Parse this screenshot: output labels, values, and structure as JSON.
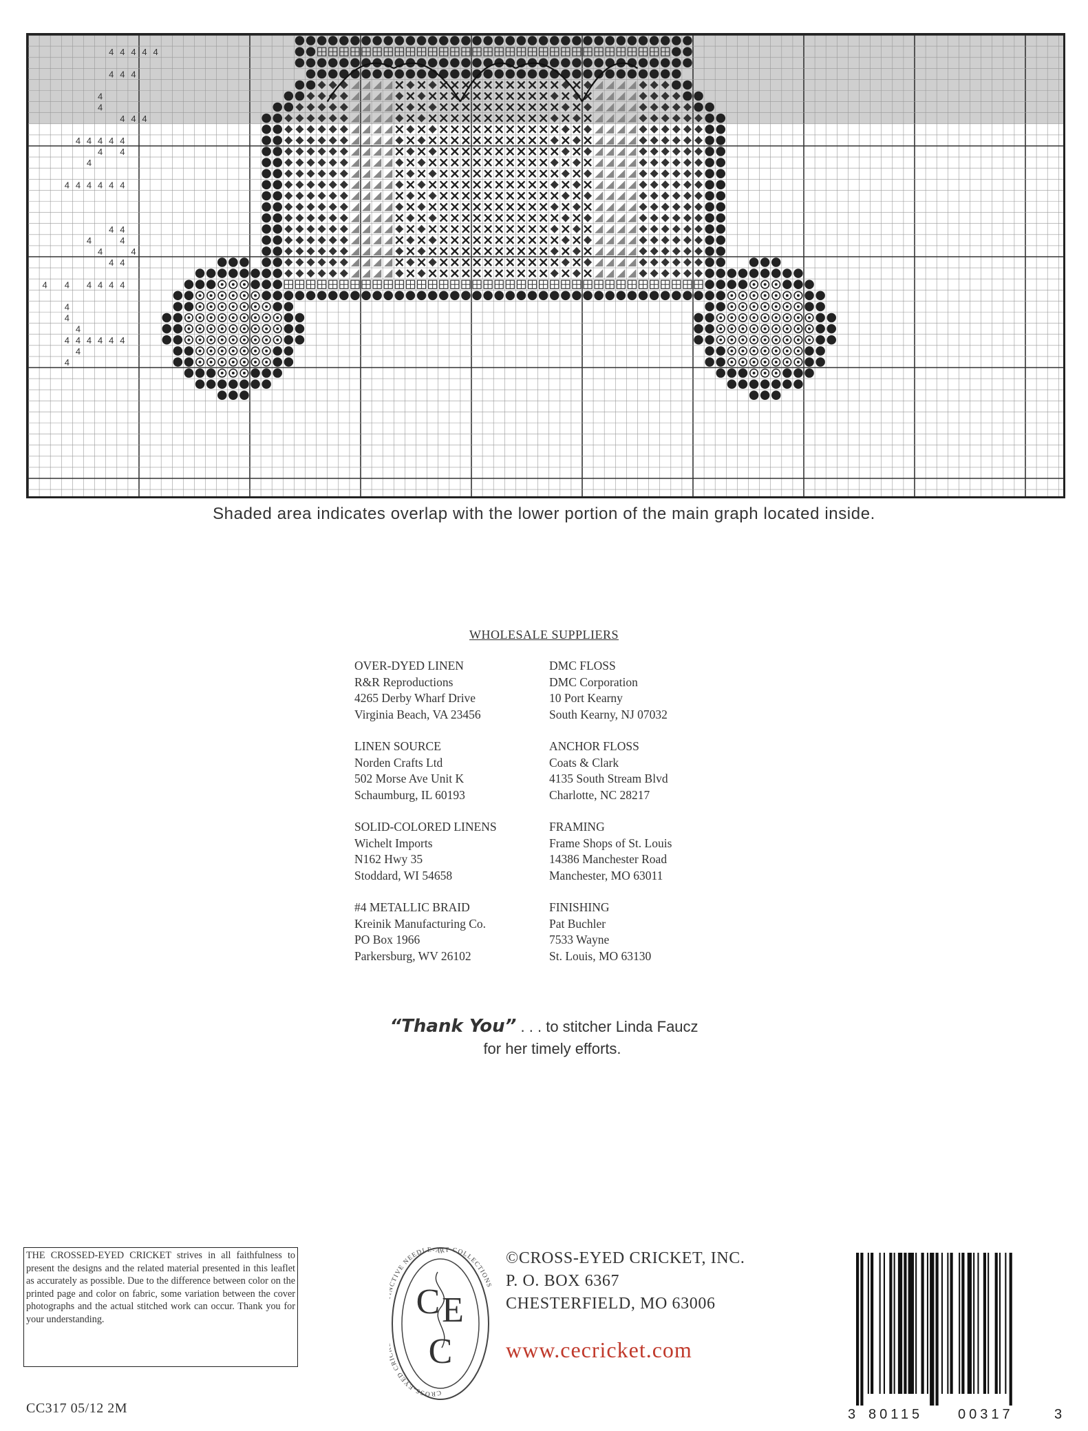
{
  "chart": {
    "shading_color": "#cfcfcf"
  },
  "caption": "Shaded area indicates overlap with the lower portion of the main graph located inside.",
  "suppliers": {
    "heading": "WHOLESALE SUPPLIERS",
    "entries": [
      {
        "lines": [
          "OVER-DYED LINEN",
          "R&R Reproductions",
          "4265 Derby Wharf Drive",
          "Virginia Beach, VA 23456"
        ]
      },
      {
        "lines": [
          "DMC FLOSS",
          "DMC Corporation",
          "10 Port Kearny",
          "South Kearny, NJ  07032"
        ]
      },
      {
        "lines": [
          "LINEN SOURCE",
          "Norden Crafts Ltd",
          "502 Morse Ave Unit K",
          "Schaumburg, IL 60193"
        ]
      },
      {
        "lines": [
          "ANCHOR FLOSS",
          "Coats & Clark",
          "4135 South Stream Blvd",
          "Charlotte, NC 28217"
        ]
      },
      {
        "lines": [
          "SOLID-COLORED LINENS",
          "Wichelt Imports",
          "N162 Hwy 35",
          "Stoddard, WI  54658"
        ]
      },
      {
        "lines": [
          "FRAMING",
          "Frame Shops of St. Louis",
          "14386 Manchester Road",
          "Manchester, MO  63011"
        ]
      },
      {
        "lines": [
          "#4 METALLIC BRAID",
          "Kreinik Manufacturing Co.",
          "PO Box 1966",
          "Parkersburg, WV  26102"
        ]
      },
      {
        "lines": [
          "FINISHING",
          "Pat Buchler",
          "7533 Wayne",
          "St. Louis, MO  63130"
        ]
      }
    ]
  },
  "thanks": {
    "script": "“Thank You”",
    "line1_rest": " . . . to stitcher Linda Faucz",
    "line2": "for her timely efforts."
  },
  "disclaimer": "THE CROSSED-EYED CRICKET strives in all faithfulness to present the designs and the related material presented in this leaflet as accurately as possible. Due to the difference between color on the printed page and color on fabric, some variation between the cover photographs and the actual stitched work can occur. Thank you for your understanding.",
  "product_code": "CC317 05/12 2M",
  "logo": {
    "ring_text": "CROSS-EYED CRICKET INC • DISTINCTIVE NEEDLE-ART COLLECTIONS",
    "letters": [
      "C",
      "E",
      "C"
    ]
  },
  "company": {
    "name": "©CROSS-EYED CRICKET, INC.",
    "po_box": "P. O. BOX 6367",
    "city": "CHESTERFIELD, MO  63006",
    "website": "www.cecricket.com",
    "website_color": "#c0392b"
  },
  "barcode": {
    "digits": [
      "3",
      "80115",
      "00317",
      "3"
    ]
  }
}
